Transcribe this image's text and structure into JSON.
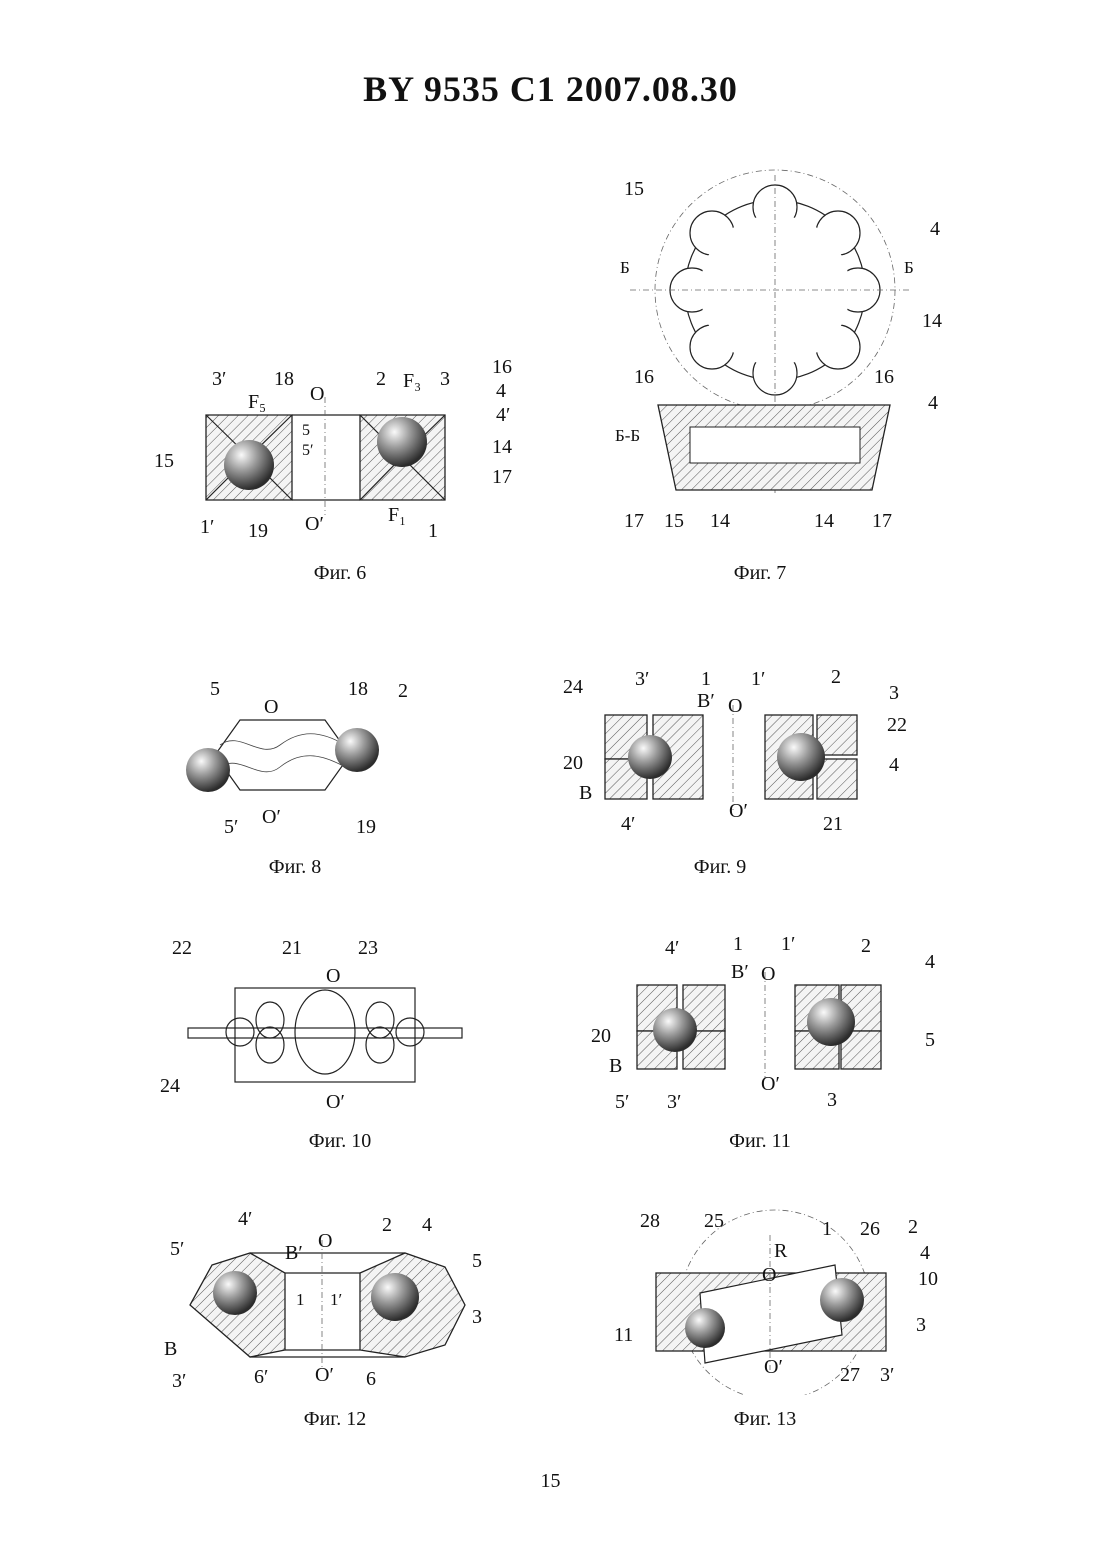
{
  "header": "BY 9535 C1 2007.08.30",
  "page_number": "15",
  "figures": {
    "fig6": {
      "caption": "Фиг. 6",
      "labels": {
        "l3p": "3′",
        "l18": "18",
        "lO": "O",
        "l2": "2",
        "lF3": "F₃",
        "l3": "3",
        "l16": "16",
        "lF5": "F₅",
        "l5": "5",
        "l5p": "5′",
        "l4": "4",
        "l4p": "4′",
        "l15": "15",
        "l14": "14",
        "l17": "17",
        "l1p": "1′",
        "l19": "19",
        "lOp": "O′",
        "lF1": "F₁",
        "l1": "1"
      }
    },
    "fig7": {
      "caption": "Фиг. 7",
      "labels": {
        "l15": "15",
        "l4": "4",
        "lB1": "Б",
        "lB2": "Б",
        "l14": "14",
        "l16a": "16",
        "l16b": "16",
        "l4b": "4",
        "lBB": "Б-Б",
        "l17a": "17",
        "l15b": "15",
        "l14b": "14",
        "l14c": "14",
        "l17b": "17"
      }
    },
    "fig8": {
      "caption": "Фиг. 8",
      "labels": {
        "l5": "5",
        "lO": "O",
        "l18": "18",
        "l2": "2",
        "l5p": "5′",
        "lOp": "O′",
        "l19": "19"
      }
    },
    "fig9": {
      "caption": "Фиг. 9",
      "labels": {
        "l24": "24",
        "l3p": "3′",
        "l1": "1",
        "l1p": "1′",
        "l2": "2",
        "l3": "3",
        "lBp": "B′",
        "lO": "O",
        "l22": "22",
        "l20": "20",
        "l4": "4",
        "lB": "B",
        "l4p": "4′",
        "lOp": "O′",
        "l21": "21"
      }
    },
    "fig10": {
      "caption": "Фиг. 10",
      "labels": {
        "l22": "22",
        "l21": "21",
        "lO": "O",
        "l23": "23",
        "l24": "24",
        "lOp": "O′"
      }
    },
    "fig11": {
      "caption": "Фиг. 11",
      "labels": {
        "l4p": "4′",
        "l1": "1",
        "l1p": "1′",
        "l2": "2",
        "l4": "4",
        "lBp": "B′",
        "lO": "O",
        "l20": "20",
        "l5": "5",
        "lB": "B",
        "l5p": "5′",
        "l3p": "3′",
        "lOp": "O′",
        "l3": "3"
      }
    },
    "fig12": {
      "caption": "Фиг. 12",
      "labels": {
        "l4p": "4′",
        "l2": "2",
        "l4": "4",
        "l5p": "5′",
        "lBp": "B′",
        "lO": "O",
        "l5": "5",
        "l1": "1",
        "l1p": "1′",
        "l3": "3",
        "lB": "B",
        "l3p": "3′",
        "l6p": "6′",
        "lOp": "O′",
        "l6": "6"
      }
    },
    "fig13": {
      "caption": "Фиг. 13",
      "labels": {
        "l28": "28",
        "l25": "25",
        "l1": "1",
        "l26": "26",
        "l2": "2",
        "lR": "R",
        "l4": "4",
        "lO": "O",
        "l10": "10",
        "l11": "11",
        "l3": "3",
        "lOp": "O′",
        "l27": "27",
        "l3p": "3′"
      }
    }
  }
}
